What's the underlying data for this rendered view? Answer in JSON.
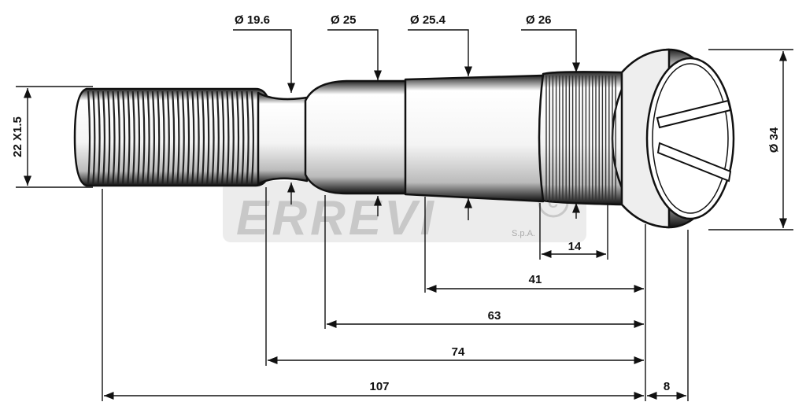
{
  "diameters": {
    "d1": "Ø 19.6",
    "d2": "Ø 25",
    "d3": "Ø 25.4",
    "d4": "Ø 26",
    "head": "Ø 34"
  },
  "thread": "22 X1.5",
  "lengths": {
    "l14": "14",
    "l41": "41",
    "l63": "63",
    "l74": "74",
    "l107": "107",
    "l8": "8"
  },
  "watermark": {
    "brand": "ERREVI",
    "suffix": "S.p.A."
  },
  "colors": {
    "ink": "#111111",
    "watermark": "#c8c8c8"
  }
}
